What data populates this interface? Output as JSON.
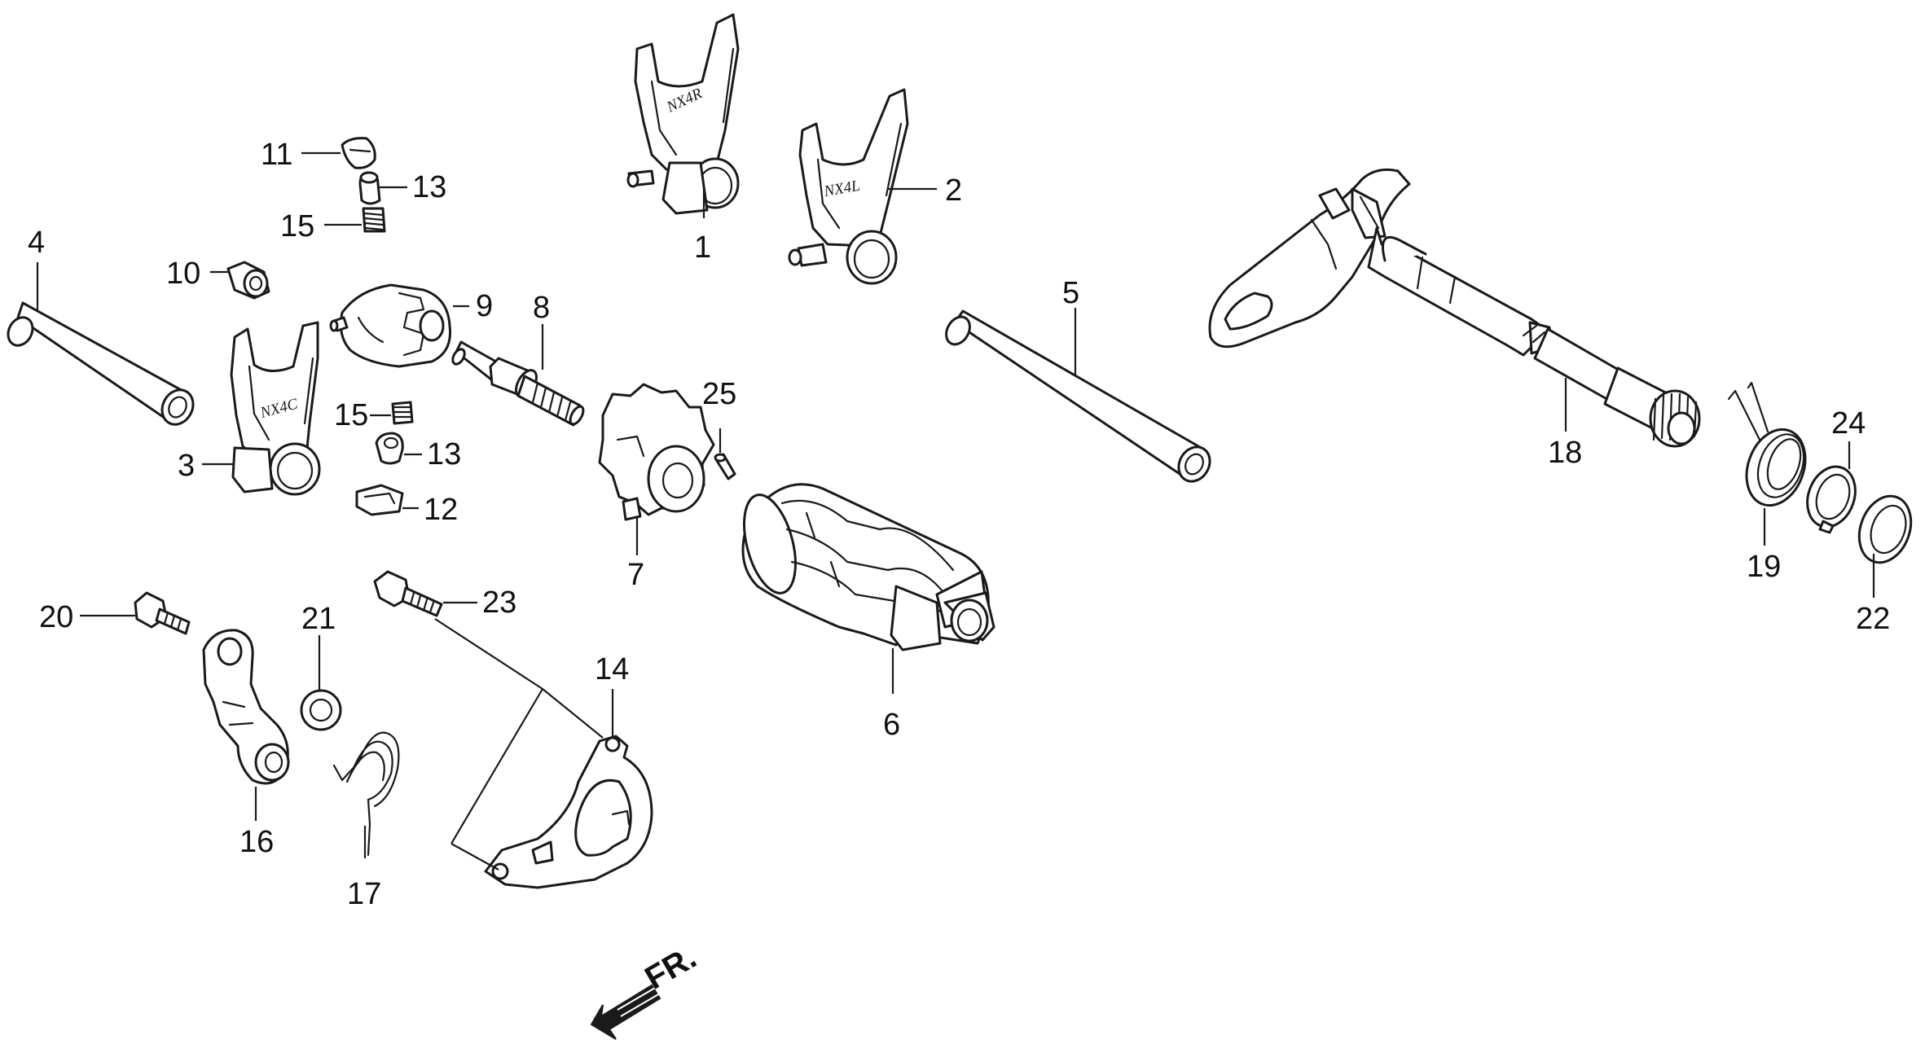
{
  "diagram": {
    "callouts": [
      "1",
      "2",
      "3",
      "4",
      "5",
      "6",
      "7",
      "8",
      "9",
      "10",
      "11",
      "12",
      "13",
      "13",
      "15",
      "15",
      "14",
      "16",
      "17",
      "18",
      "19",
      "20",
      "21",
      "22",
      "23",
      "24",
      "25"
    ],
    "fork_markings": {
      "fork1": "NX4R",
      "fork2": "NX4L",
      "fork3": "NX4C"
    },
    "direction_indicator": "FR."
  }
}
